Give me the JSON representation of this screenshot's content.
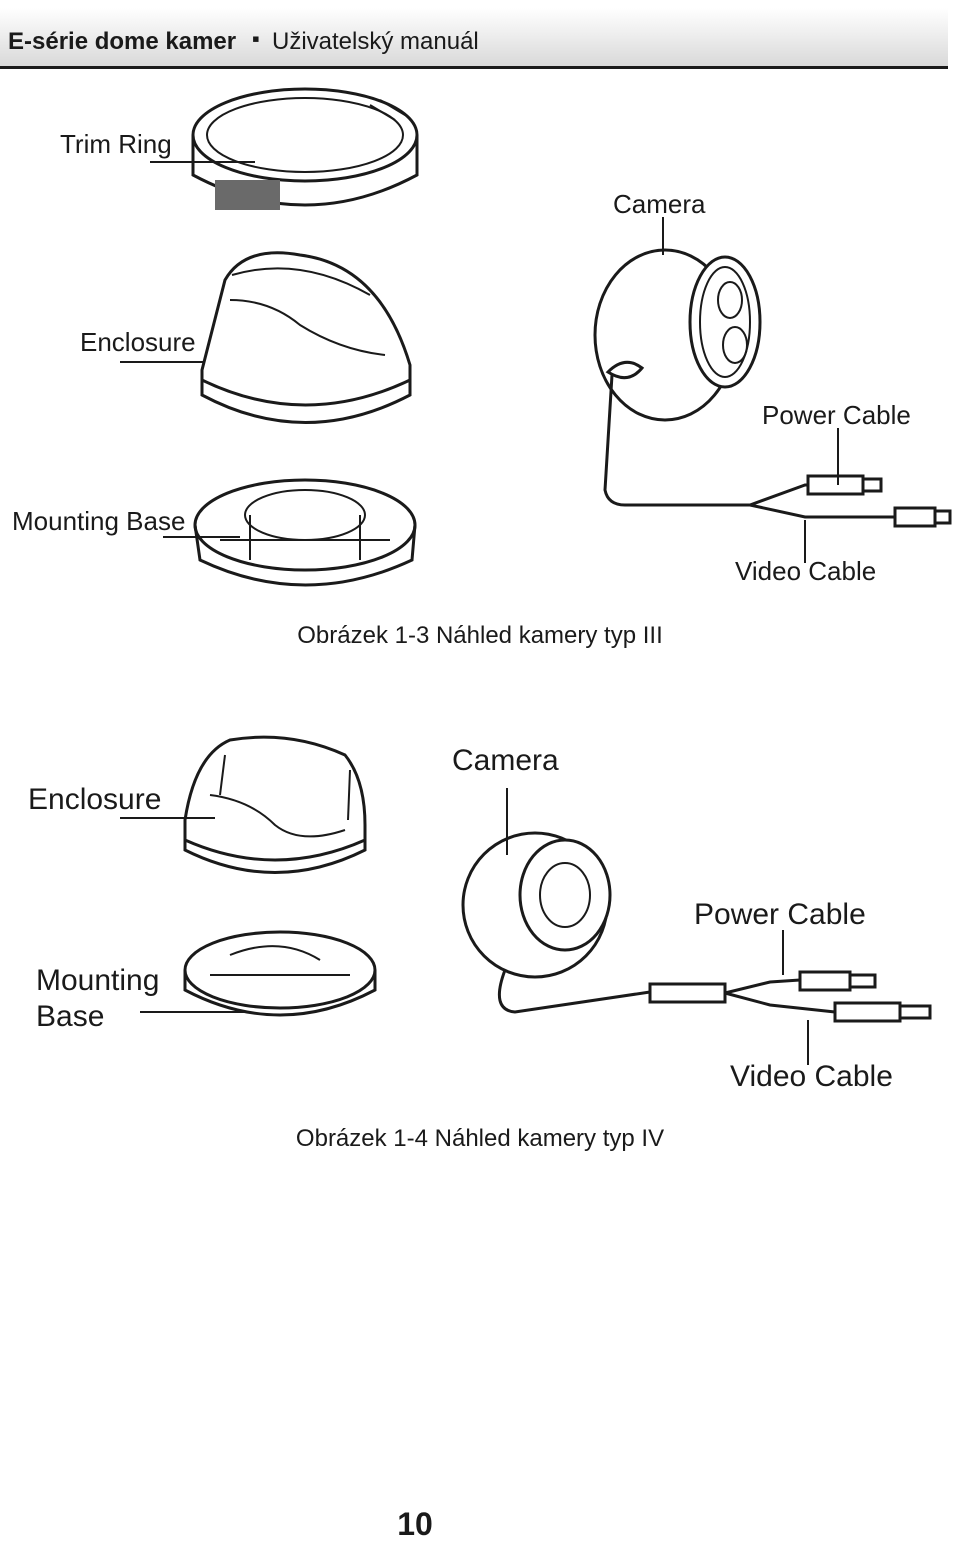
{
  "header": {
    "series": "E-série dome kamer",
    "separator": "▪",
    "manual": "Uživatelský manuál"
  },
  "figure3": {
    "labels": {
      "trim_ring": "Trim Ring",
      "camera": "Camera",
      "enclosure": "Enclosure",
      "power_cable": "Power Cable",
      "mounting_base": "Mounting Base",
      "video_cable": "Video Cable"
    },
    "caption": "Obrázek 1-3 Náhled kamery typ III"
  },
  "figure4": {
    "labels": {
      "enclosure": "Enclosure",
      "camera": "Camera",
      "power_cable": "Power Cable",
      "mounting_line1": "Mounting",
      "mounting_line2": "Base",
      "video_cable": "Video Cable"
    },
    "caption": "Obrázek 1-4 Náhled kamery typ IV"
  },
  "page_number": "10"
}
